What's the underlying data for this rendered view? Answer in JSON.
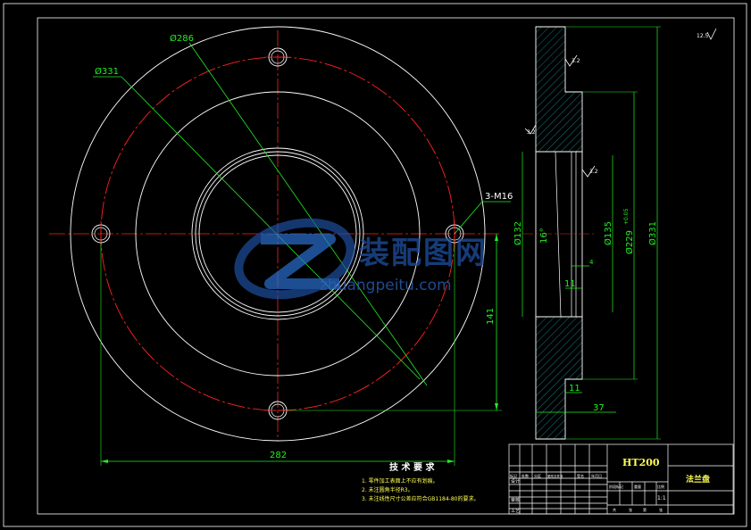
{
  "front_view": {
    "dims": {
      "d286": "Ø286",
      "d331": "Ø331",
      "holes": "3-M16",
      "width": "282",
      "height": "141"
    }
  },
  "section_view": {
    "dims": {
      "d132": "Ø132",
      "d135": "Ø135",
      "d229": "Ø229",
      "d229_tol": "+0.05",
      "d331": "Ø331",
      "angle": "16°",
      "w11a": "11",
      "w11b": "11",
      "w37": "37",
      "w4": "4"
    }
  },
  "roughness": {
    "top": "3.2",
    "mid": "3.2",
    "left": "3.2",
    "corner": "12.5"
  },
  "tech_req": {
    "title": "技 术 要 求",
    "items": [
      "1. 零件加工表面上不应有划痕。",
      "2. 未注圆角半径R3。",
      "3. 未注线性尺寸公差应符合GB1184-80的要求。"
    ]
  },
  "title_block": {
    "material": "HT200",
    "part_name": "法兰盘",
    "scale": "1:1",
    "rows": [
      "设计",
      "审核",
      "工艺"
    ],
    "header_cells": [
      "标记",
      "处数",
      "分区",
      "更改文件号",
      "签名",
      "年月日"
    ],
    "stage_cells": [
      "阶段标记",
      "重量",
      "比例"
    ],
    "sheet": [
      "共",
      "张",
      "第",
      "张"
    ]
  },
  "watermark": {
    "cn": "装配图网",
    "url": "zhuangpeitu.com"
  }
}
